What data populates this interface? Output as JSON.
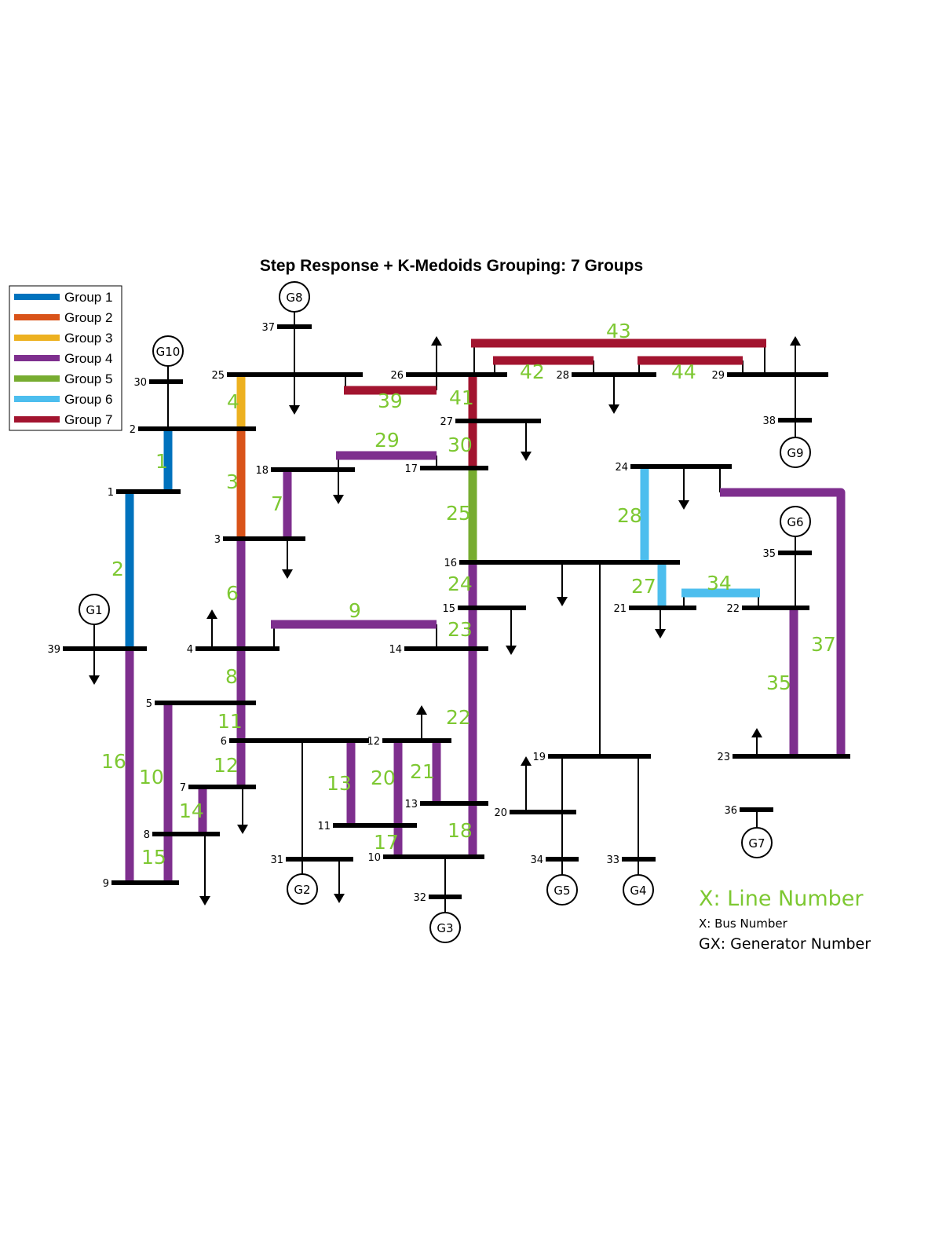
{
  "title": "Step Response + K-Medoids Grouping: 7 Groups",
  "legend": [
    {
      "label": "Group 1",
      "color": "#0072bd"
    },
    {
      "label": "Group 2",
      "color": "#d95319"
    },
    {
      "label": "Group 3",
      "color": "#edb120"
    },
    {
      "label": "Group 4",
      "color": "#7e2f8e"
    },
    {
      "label": "Group 5",
      "color": "#77ac30"
    },
    {
      "label": "Group 6",
      "color": "#4dbeee"
    },
    {
      "label": "Group 7",
      "color": "#a2142f"
    }
  ],
  "key": {
    "line_number": "X: Line Number",
    "bus_number": "X: Bus Number",
    "generator_number": "GX: Generator Number"
  },
  "buses": [
    "1",
    "2",
    "3",
    "4",
    "5",
    "6",
    "7",
    "8",
    "9",
    "10",
    "11",
    "12",
    "13",
    "14",
    "15",
    "16",
    "17",
    "18",
    "19",
    "20",
    "21",
    "22",
    "23",
    "24",
    "25",
    "26",
    "27",
    "28",
    "29",
    "30",
    "31",
    "32",
    "33",
    "34",
    "35",
    "36",
    "37",
    "38",
    "39"
  ],
  "generators": [
    "G1",
    "G2",
    "G3",
    "G4",
    "G5",
    "G6",
    "G7",
    "G8",
    "G9",
    "G10"
  ],
  "lines": [
    {
      "number": "1",
      "group": 1
    },
    {
      "number": "2",
      "group": 1
    },
    {
      "number": "3",
      "group": 2
    },
    {
      "number": "4",
      "group": 3
    },
    {
      "number": "6",
      "group": 4
    },
    {
      "number": "7",
      "group": 4
    },
    {
      "number": "8",
      "group": 4
    },
    {
      "number": "9",
      "group": 4
    },
    {
      "number": "10",
      "group": 4
    },
    {
      "number": "11",
      "group": 4
    },
    {
      "number": "12",
      "group": 4
    },
    {
      "number": "13",
      "group": 4
    },
    {
      "number": "14",
      "group": 4
    },
    {
      "number": "15",
      "group": 4
    },
    {
      "number": "16",
      "group": 4
    },
    {
      "number": "17",
      "group": 4
    },
    {
      "number": "18",
      "group": 4
    },
    {
      "number": "20",
      "group": 4
    },
    {
      "number": "21",
      "group": 4
    },
    {
      "number": "22",
      "group": 4
    },
    {
      "number": "23",
      "group": 4
    },
    {
      "number": "24",
      "group": 4
    },
    {
      "number": "25",
      "group": 5
    },
    {
      "number": "27",
      "group": 6
    },
    {
      "number": "28",
      "group": 6
    },
    {
      "number": "29",
      "group": 4
    },
    {
      "number": "30",
      "group": 7
    },
    {
      "number": "34",
      "group": 6
    },
    {
      "number": "35",
      "group": 4
    },
    {
      "number": "37",
      "group": 4
    },
    {
      "number": "39",
      "group": 7
    },
    {
      "number": "41",
      "group": 7
    },
    {
      "number": "42",
      "group": 7
    },
    {
      "number": "43",
      "group": 7
    },
    {
      "number": "44",
      "group": 7
    }
  ]
}
